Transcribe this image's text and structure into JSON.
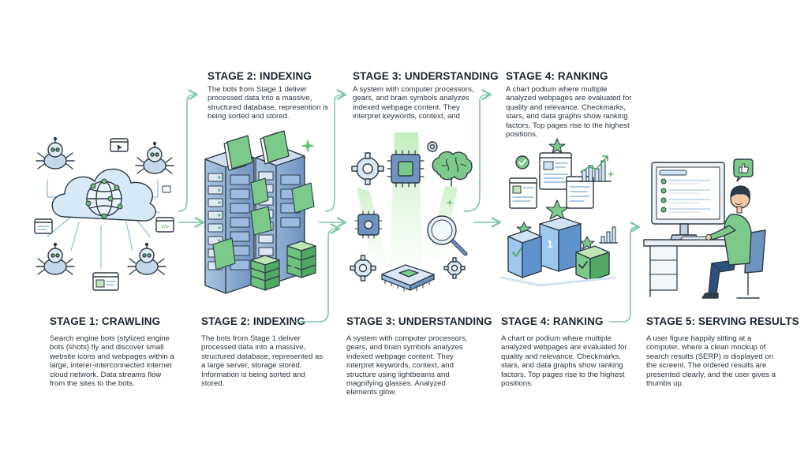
{
  "top_captions": [
    {
      "title": "STAGE 2: INDEXING",
      "body": "The bots from Stage 1 deliver processed data into a massive, structured database, represention is being sorted and stored."
    },
    {
      "title": "STAGE 3: UNDERSTANDING",
      "body": "A system with computer processors, gears, and brain symbols analyzes indexed webpage content. They interpret keywords, context, and"
    },
    {
      "title": "STAGE 4: RANKING",
      "body": "A chart podium where multiple analyzed webpages are evaluated for quality and relevance. Checkmarks, stars, and data graphs show ranking factors. Top pages rise to the highest positions."
    }
  ],
  "bottom_captions": [
    {
      "title": "STAGE 1: CRAWLING",
      "body": "Search engine bots (stylized engine bots (shots) fly and discover small website icons and webpages within a large, interer-interconnected internet cloud network. Data streams flow from the sites to the bots."
    },
    {
      "title": "STAGE 2: INDEXING",
      "body": "The bots from Stage 1 deliver processed data into a massive, structured database, represented as a large server, storage stored. Information is being sorted and stored."
    },
    {
      "title": "STAGE 3: UNDERSTANDING",
      "body": "A system with computer processors, gears, and brain symbols analyzes indexed webpage content. They interpret keywords, context, and structure using lightbeams and magnifying glasses. Analyzed elements glow."
    },
    {
      "title": "STAGE 4: RANKING",
      "body": "A chart or podium where multiple analyzed webpages are evaluated for quality and relevance. Checkmarks, stars, and data graphs show ranking factors. Top pages rise to the highest positions."
    },
    {
      "title": "STAGE 5: SERVING RESULTS",
      "body": "A user figure happily sitting at a computer, where a clean mockup of search results (SERP) is displayed on the screent. The ordered results are presented clearly, and the user gives a thumbs up."
    }
  ],
  "icons": {
    "code_badge": "</>",
    "podium_rank": "1"
  },
  "colors": {
    "outline": "#2d3b48",
    "blue_light": "#cfe3f5",
    "blue": "#7fb0dc",
    "green": "#6cc27a",
    "green_light": "#bfe6b5",
    "arrow": "#7cc9a4"
  }
}
